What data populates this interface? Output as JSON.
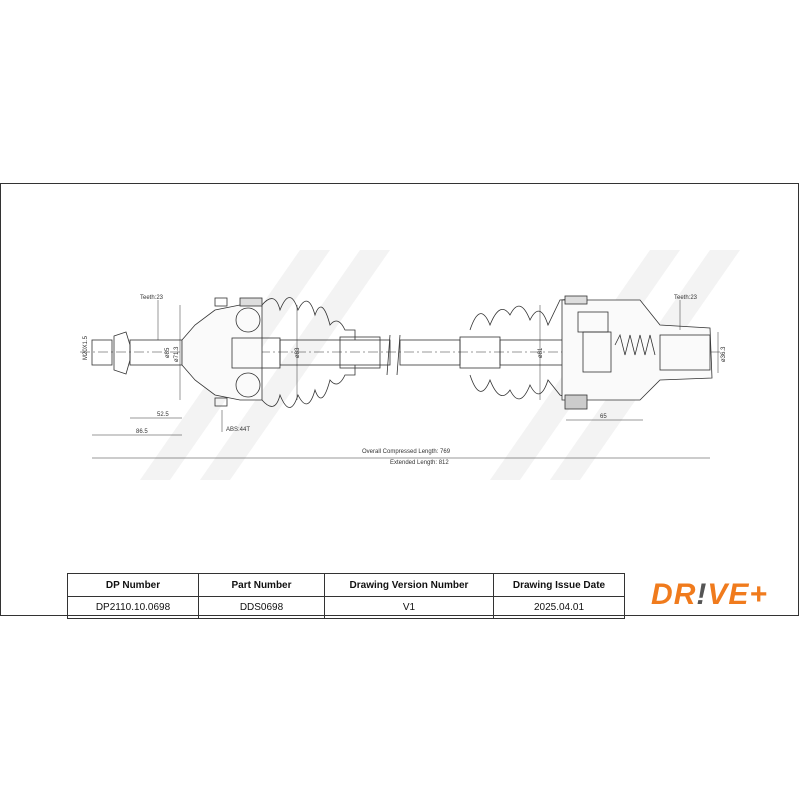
{
  "drawing": {
    "thread_label": "M20X1.5",
    "teeth_left": "Teeth:23",
    "teeth_right": "Teeth:23",
    "dia_85": "ø85",
    "dia_71": "ø71.3",
    "dia_83": "ø83",
    "dia_81": "ø81",
    "dia_36": "ø36.3",
    "dim_52": "52.5",
    "dim_86": "86.5",
    "dim_65": "65",
    "abs": "ABS:44T",
    "compressed": "Overall  Compressed  Length: 769",
    "extended": "Extended  Length: 812"
  },
  "table": {
    "headers": [
      "DP Number",
      "Part Number",
      "Drawing Version Number",
      "Drawing Issue Date"
    ],
    "values": [
      "DP2110.10.0698",
      "DDS0698",
      "V1",
      "2025.04.01"
    ]
  },
  "logo": {
    "text_a": "DR",
    "text_b": "!",
    "text_c": "VE+",
    "color": "#f07b1d"
  }
}
